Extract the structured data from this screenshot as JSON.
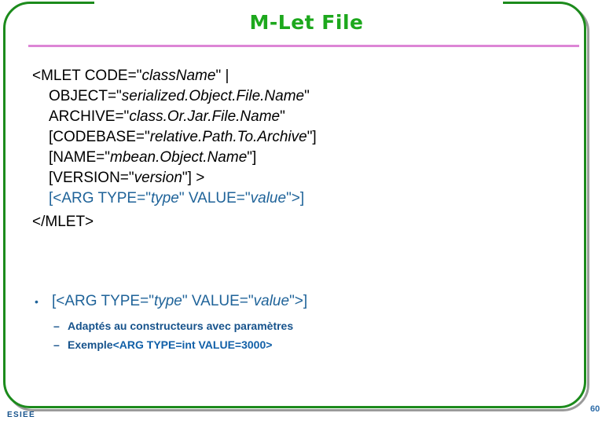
{
  "slide": {
    "title": "M-Let File",
    "accent_green": "#1da81d",
    "rule_pink": "#dd86d6",
    "code_blue": "#1f6399",
    "sub_blue": "#17538c"
  },
  "code_block": {
    "lines": [
      {
        "indent": false,
        "keyword": "<MLET CODE=\"",
        "value": "className",
        "suffix": "\" |"
      },
      {
        "indent": true,
        "keyword": "OBJECT=\"",
        "value": "serialized.Object.File.Name",
        "suffix": "\""
      },
      {
        "indent": true,
        "keyword": "ARCHIVE=\"",
        "value": "class.Or.Jar.File.Name",
        "suffix": "\""
      },
      {
        "indent": true,
        "keyword": "[CODEBASE=\"",
        "value": "relative.Path.To.Archive",
        "suffix": "\"]"
      },
      {
        "indent": true,
        "keyword": "[NAME=\"",
        "value": "mbean.Object.Name",
        "suffix": "\"]"
      },
      {
        "indent": true,
        "keyword": "[VERSION=\"",
        "value": "version",
        "suffix": "\"] >"
      }
    ],
    "arg_line": {
      "prefix": "[<ARG TYPE=\"",
      "type_value": "type",
      "middle": "\" VALUE=\"",
      "value_value": "value",
      "suffix": "\">]"
    },
    "close_tag": "</MLET>"
  },
  "bullet": {
    "marker": "•",
    "prefix": "[<ARG TYPE=\"",
    "type_value": "type",
    "middle": "\" VALUE=\"",
    "value_value": "value",
    "suffix": "\">]"
  },
  "sub_bullets": [
    {
      "marker": "–",
      "text": "Adaptés au constructeurs avec paramètres",
      "code": ""
    },
    {
      "marker": "–",
      "text": "Exemple ",
      "code": "<ARG TYPE=int VALUE=3000>"
    }
  ],
  "footer": {
    "logo": "ESIEE",
    "page_number": "60"
  }
}
